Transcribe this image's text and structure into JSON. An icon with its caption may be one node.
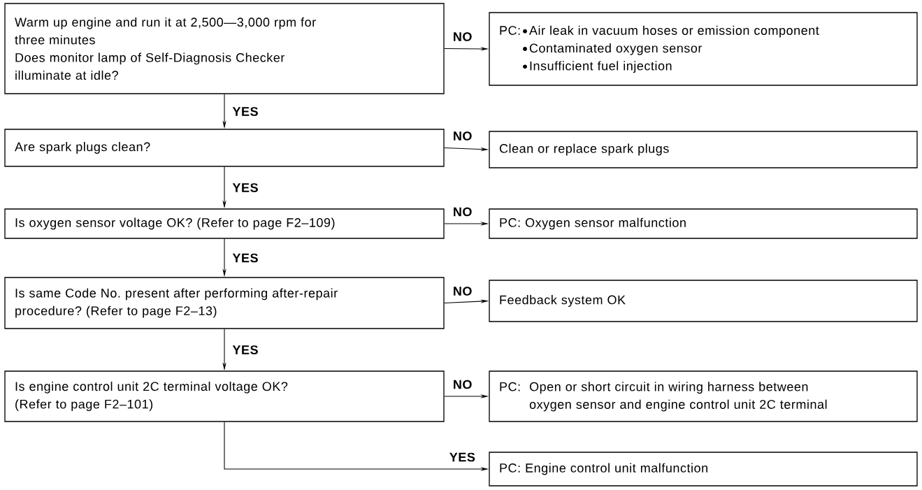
{
  "diagram": {
    "nodes": [
      {
        "text": [
          "Warm up engine and run it at 2,500—3,000 rpm for three minutes",
          "Does monitor lamp of Self-Diagnosis Checker illuminate at idle?"
        ]
      },
      {
        "text": [
          "PC:",
          "Air leak in vacuum hoses or emission component",
          "Contaminated oxygen sensor",
          "Insufficient fuel injection"
        ]
      },
      {
        "text": [
          "Are spark plugs clean?"
        ]
      },
      {
        "text": [
          "Clean or replace spark plugs"
        ]
      },
      {
        "text": [
          "Is oxygen sensor voltage OK? (Refer to page F2–109)"
        ]
      },
      {
        "text": [
          "PC: Oxygen sensor malfunction"
        ]
      },
      {
        "text": [
          "Is same Code No. present after performing after-repair procedure? (Refer to page F2–13)"
        ]
      },
      {
        "text": [
          "Feedback system OK"
        ]
      },
      {
        "text": [
          "Is engine control unit 2C terminal voltage OK? (Refer to page F2–101)"
        ]
      },
      {
        "text": [
          "PC:",
          "Open or short circuit in wiring harness between oxygen sensor and engine control unit 2C terminal"
        ]
      },
      {
        "text": [
          "PC: Engine control unit malfunction"
        ]
      }
    ],
    "edges": [
      {
        "from": 0,
        "to": 1,
        "arrow": "to",
        "label": "NO"
      },
      {
        "from": 0,
        "to": 2,
        "arrow": "to",
        "label": "YES"
      },
      {
        "from": 2,
        "to": 3,
        "arrow": "to",
        "label": "NO"
      },
      {
        "from": 2,
        "to": 4,
        "arrow": "to",
        "label": "YES"
      },
      {
        "from": 4,
        "to": 5,
        "arrow": "to",
        "label": "NO"
      },
      {
        "from": 4,
        "to": 6,
        "arrow": "to",
        "label": "YES"
      },
      {
        "from": 6,
        "to": 7,
        "arrow": "to",
        "label": "NO"
      },
      {
        "from": 6,
        "to": 8,
        "arrow": "to",
        "label": "YES"
      },
      {
        "from": 8,
        "to": 9,
        "arrow": "to",
        "label": "NO"
      },
      {
        "from": 8,
        "to": 10,
        "arrow": "to",
        "label": "YES"
      }
    ]
  }
}
